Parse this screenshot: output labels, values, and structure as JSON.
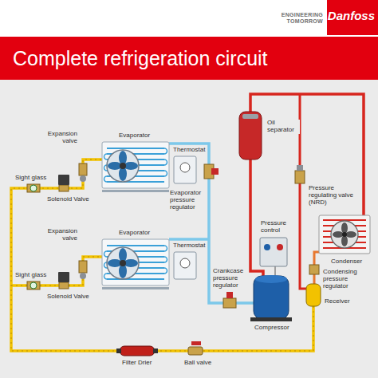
{
  "diagram": {
    "title": "Complete refrigeration circuit",
    "labels": [
      "ENGINEERING TOMORROW",
      "Danfoss",
      "Expansion valve",
      "Evaporator",
      "Sight glass",
      "Solenoid Valve",
      "Thermostat",
      "Evaporator pressure regulator",
      "Oil separator",
      "Pressure regulating valve (NRD)",
      "Expansion valve",
      "Evaporator",
      "Crankcase pressure regulator",
      "Pressure control",
      "Thermostat",
      "Condenser",
      "Sight glass",
      "Solenoid Valve",
      "Condensing pressure regulator",
      "Compressor",
      "Receiver",
      "Filter Drier",
      "Ball valve"
    ]
  }
}
